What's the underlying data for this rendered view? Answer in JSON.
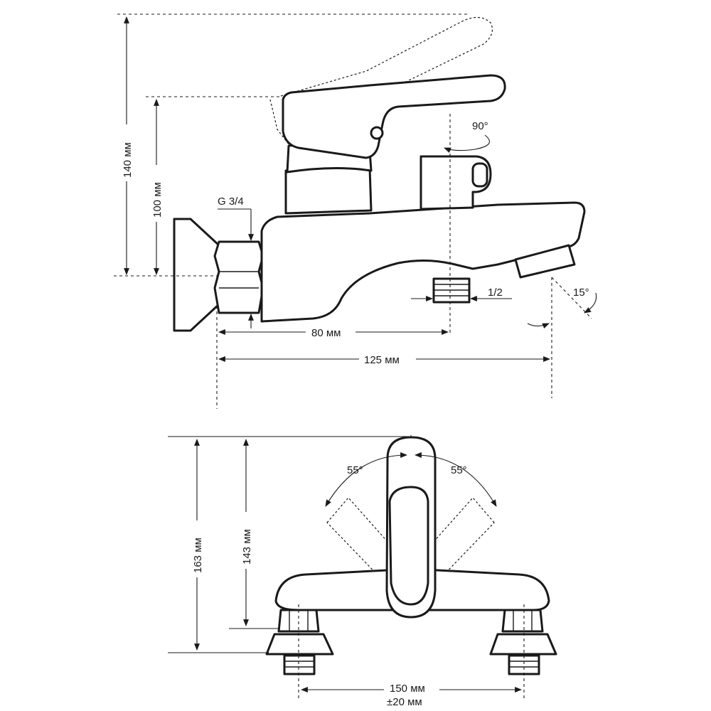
{
  "side_view": {
    "dim_height_total": "140 мм",
    "dim_height_body": "100 мм",
    "dim_inlet_thread": "G 3/4",
    "dim_outlet_thread": "1/2",
    "dim_lever_rotation": "90°",
    "dim_spout_angle": "15°",
    "dim_length_outlet": "80 мм",
    "dim_length_spout": "125 мм"
  },
  "front_view": {
    "dim_lever_left": "55°",
    "dim_lever_right": "55°",
    "dim_height_total": "163 мм",
    "dim_height_body": "143 мм",
    "dim_center_distance": "150 мм",
    "dim_center_tolerance": "±20 мм"
  }
}
